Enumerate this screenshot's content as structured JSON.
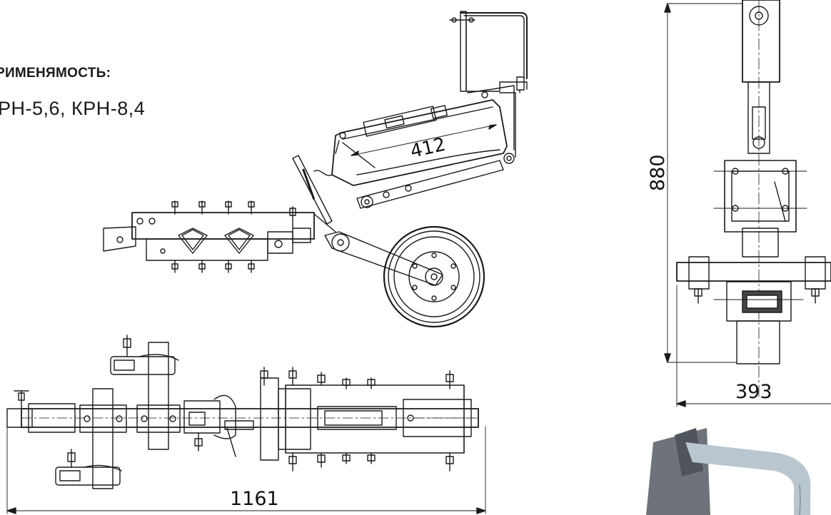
{
  "heading": "РИМЕНЯМОСТЬ:",
  "models": "РН-5,6, КРН-8,4",
  "dimensions": {
    "side_top_dimension": "412",
    "front_height": "880",
    "front_width": "393",
    "plan_length": "1161"
  },
  "colors": {
    "line": "#1a1a1a",
    "render_gray": "#6e7379",
    "render_metal": "#b9c6cf"
  }
}
